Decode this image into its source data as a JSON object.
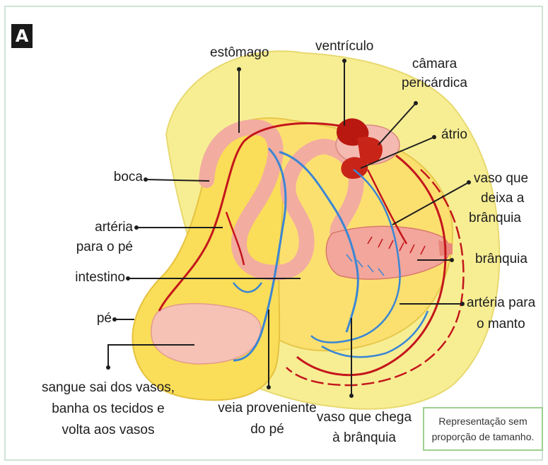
{
  "figure": {
    "panel_letter": "A",
    "labels": {
      "estomago": "estômago",
      "ventriculo": "ventrículo",
      "camara_pericardica_1": "câmara",
      "camara_pericardica_2": "pericárdica",
      "atrio": "átrio",
      "boca": "boca",
      "vaso_deixa_1": "vaso que",
      "vaso_deixa_2": "deixa a",
      "vaso_deixa_3": "brânquia",
      "arteria_pe_1": "artéria",
      "arteria_pe_2": "para o pé",
      "branquia": "brânquia",
      "intestino": "intestino",
      "pe": "pé",
      "arteria_manto_1": "artéria para",
      "arteria_manto_2": "o manto",
      "sangue_1": "sangue sai dos vasos,",
      "sangue_2": "banha os tecidos e",
      "sangue_3": "volta aos vasos",
      "veia_1": "veia proveniente",
      "veia_2": "do pé",
      "vaso_chega_1": "vaso que chega",
      "vaso_chega_2": "à brânquia"
    },
    "note": {
      "line1": "Representação sem",
      "line2": "proporção de tamanho."
    },
    "colors": {
      "mantle": "#f6ec8f",
      "body": "#fbe070",
      "intestine": "#f4b9b0",
      "artery": "#c4161c",
      "vein": "#3b86d4",
      "heart": "#b8180f",
      "note_border": "#9dd08f"
    }
  }
}
